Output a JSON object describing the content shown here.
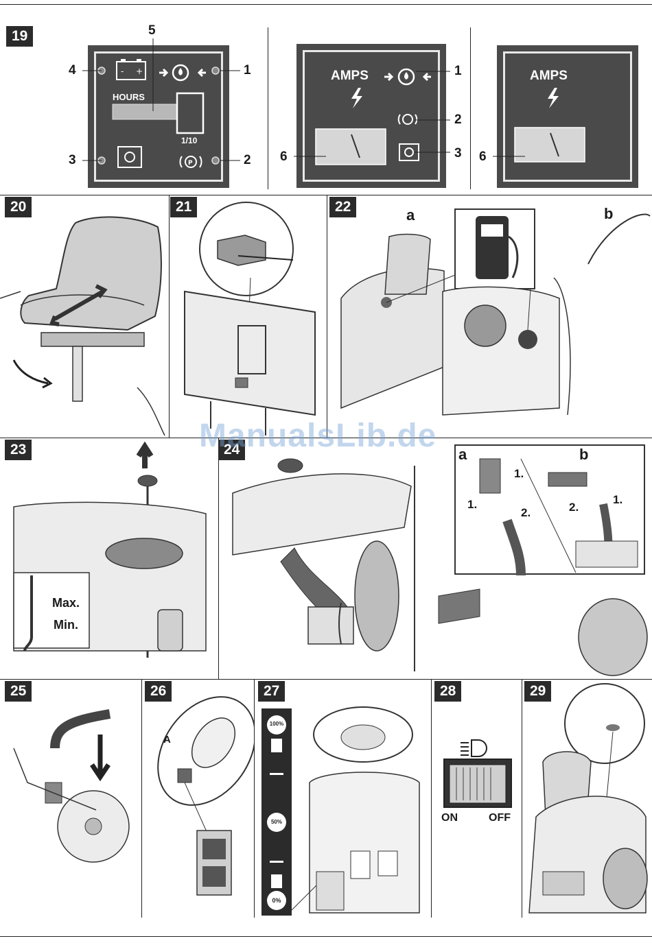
{
  "figures": [
    {
      "number": "19"
    },
    {
      "number": "20"
    },
    {
      "number": "21"
    },
    {
      "number": "22"
    },
    {
      "number": "23"
    },
    {
      "number": "24"
    },
    {
      "number": "25"
    },
    {
      "number": "26"
    },
    {
      "number": "27"
    },
    {
      "number": "28"
    },
    {
      "number": "29"
    }
  ],
  "fig19": {
    "panel_a": {
      "hours_label": "HOURS",
      "fraction_label": "1/10",
      "callouts": {
        "one": "1",
        "two": "2",
        "three": "3",
        "four": "4",
        "five": "5"
      }
    },
    "panel_b": {
      "amps_label": "AMPS",
      "callouts": {
        "one": "1",
        "two": "2",
        "three": "3",
        "six": "6"
      }
    },
    "panel_c": {
      "amps_label": "AMPS",
      "callouts": {
        "six": "6"
      }
    }
  },
  "fig22": {
    "sub_a": "a",
    "sub_b": "b"
  },
  "fig23": {
    "max_label": "Max.",
    "min_label": "Min."
  },
  "fig24": {
    "sub_a": "a",
    "sub_b": "b",
    "step_a1_top": "1.",
    "step_a1_left": "1.",
    "step_a2": "2.",
    "step_b1": "1.",
    "step_b2": "2."
  },
  "fig26": {
    "callout_a": "A"
  },
  "fig27": {
    "gauge_full": "100%",
    "gauge_half": "50%",
    "gauge_empty": "0%"
  },
  "fig28": {
    "on_label": "ON",
    "off_label": "OFF"
  },
  "watermark": "ManualsLib.de"
}
